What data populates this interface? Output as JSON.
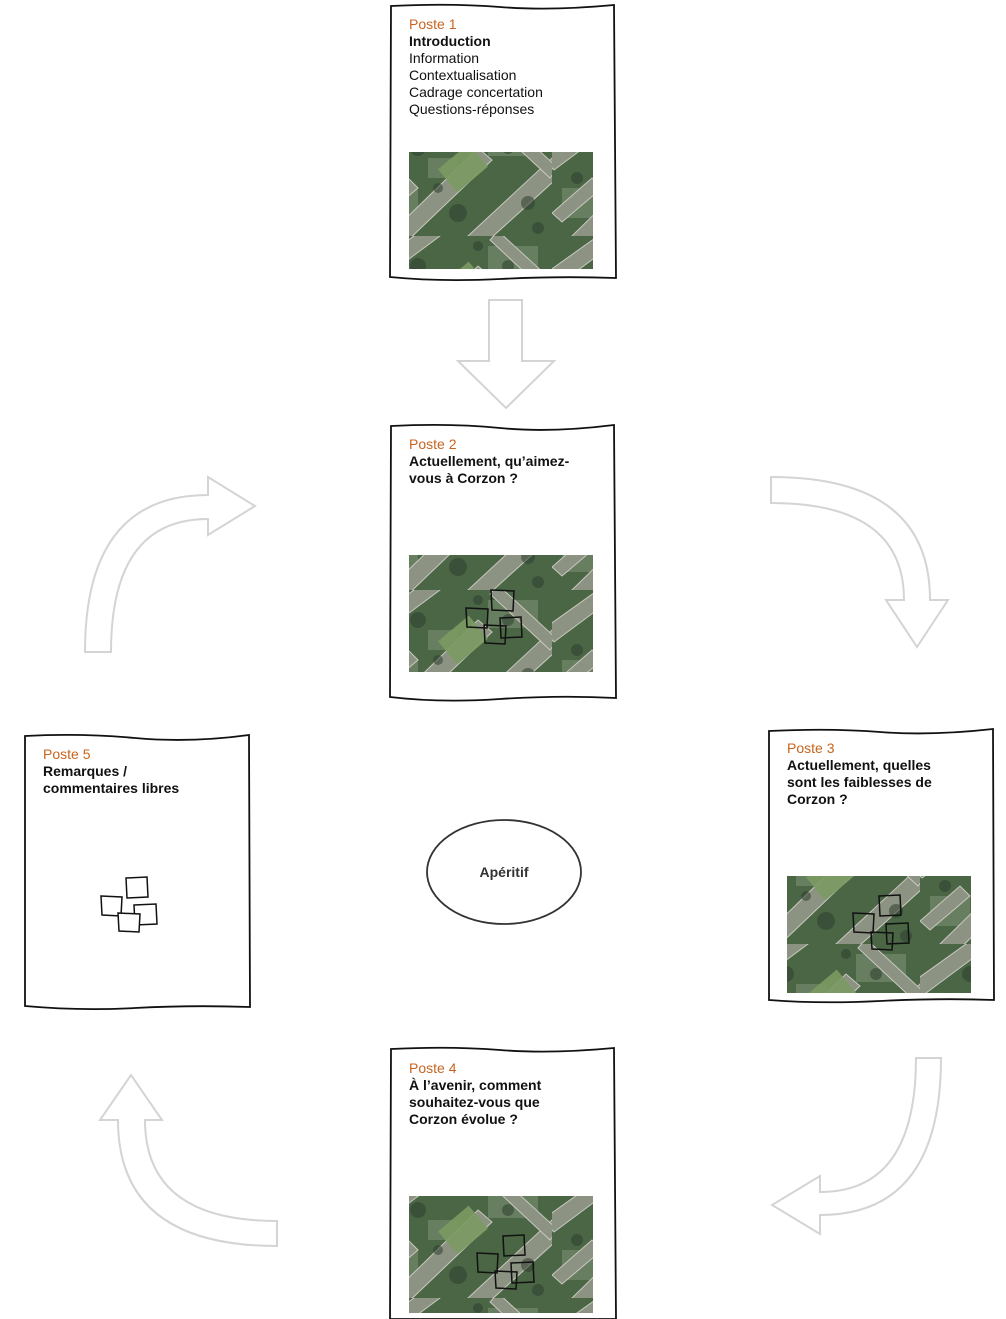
{
  "postes": [
    {
      "number": "Poste 1",
      "title": "Introduction",
      "lines": [
        "Information",
        "Contextualisation",
        "Cadrage concertation",
        "Questions-réponses"
      ]
    },
    {
      "number": "Poste 2",
      "title_lines": [
        "Actuellement, qu’aimez-",
        "vous à Corzon ?"
      ]
    },
    {
      "number": "Poste 3",
      "title_lines": [
        "Actuellement, quelles",
        "sont les faiblesses de",
        "Corzon ?"
      ]
    },
    {
      "number": "Poste 4",
      "title_lines": [
        "À l’avenir, comment",
        "souhaitez-vous que",
        "Corzon évolue ?"
      ]
    },
    {
      "number": "Poste 5",
      "title_lines": [
        "Remarques /",
        "commentaires libres"
      ]
    }
  ],
  "center": {
    "label": "Apéritif"
  },
  "colors": {
    "poste_number": "#c8641e",
    "arrow_outline": "#d4d4d4",
    "frame": "#111111",
    "aerial_green": "#4d6b45"
  }
}
